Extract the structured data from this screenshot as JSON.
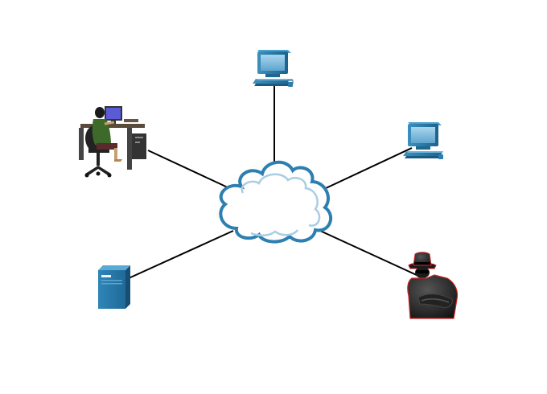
{
  "diagram": {
    "nodes": [
      {
        "id": "cloud",
        "icon": "cloud-icon"
      },
      {
        "id": "workstation-user",
        "icon": "user-at-desk-icon"
      },
      {
        "id": "pc-top",
        "icon": "desktop-pc-icon"
      },
      {
        "id": "pc-right",
        "icon": "desktop-pc-icon"
      },
      {
        "id": "server",
        "icon": "server-icon"
      },
      {
        "id": "attacker",
        "icon": "hacker-spy-icon"
      }
    ],
    "links": [
      {
        "from": "workstation-user",
        "to": "cloud"
      },
      {
        "from": "pc-top",
        "to": "cloud"
      },
      {
        "from": "pc-right",
        "to": "cloud"
      },
      {
        "from": "server",
        "to": "cloud"
      },
      {
        "from": "attacker",
        "to": "cloud"
      }
    ],
    "colors": {
      "link": "#000000",
      "device_blue": "#2b7fb0",
      "device_dark": "#1f6690",
      "screen": "#8ec5e3",
      "cloud_stroke": "#2c7fb0",
      "cloud_inner": "#a9cde3",
      "attacker_outline": "#cc2222"
    }
  }
}
